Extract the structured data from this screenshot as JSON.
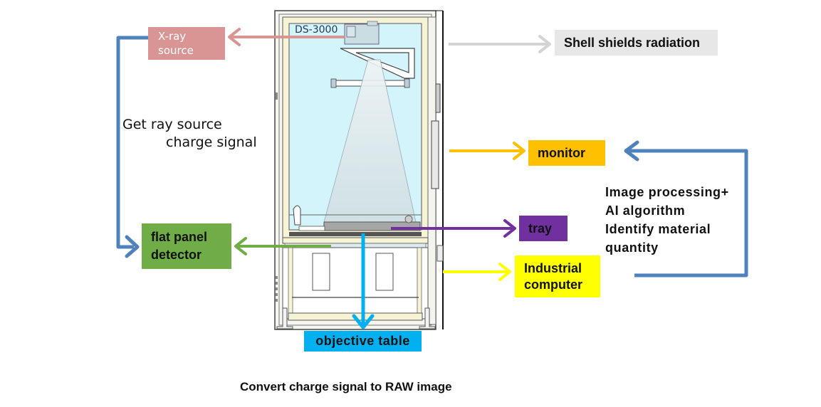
{
  "title": "DS-3000 X-ray inspection system components",
  "machine": {
    "model_label": "DS-3000"
  },
  "labels": {
    "xray_source": {
      "line1": "X-ray",
      "line2": "source",
      "color": "#d99594"
    },
    "flat_panel_detector": {
      "line1": "flat panel",
      "line2": "detector",
      "color": "#70ad47"
    },
    "shell": {
      "text": "Shell shields radiation",
      "color": "#e7e7e7"
    },
    "monitor": {
      "text": "monitor",
      "color": "#ffc000"
    },
    "tray": {
      "text": "tray",
      "color": "#7030a0"
    },
    "industrial_computer": {
      "line1": "Industrial",
      "line2": "computer",
      "color": "#ffff00"
    },
    "objective_table": {
      "text": "objective table",
      "color": "#00b0f0"
    }
  },
  "annotations": {
    "get_ray": {
      "line1": "Get ray source",
      "line2": "charge signal"
    },
    "processing": {
      "lines": [
        "Image processing+",
        "AI algorithm",
        "Identify material",
        "quantity"
      ]
    },
    "convert": "Convert charge signal to RAW image"
  },
  "flow_color": "#4f81bd"
}
